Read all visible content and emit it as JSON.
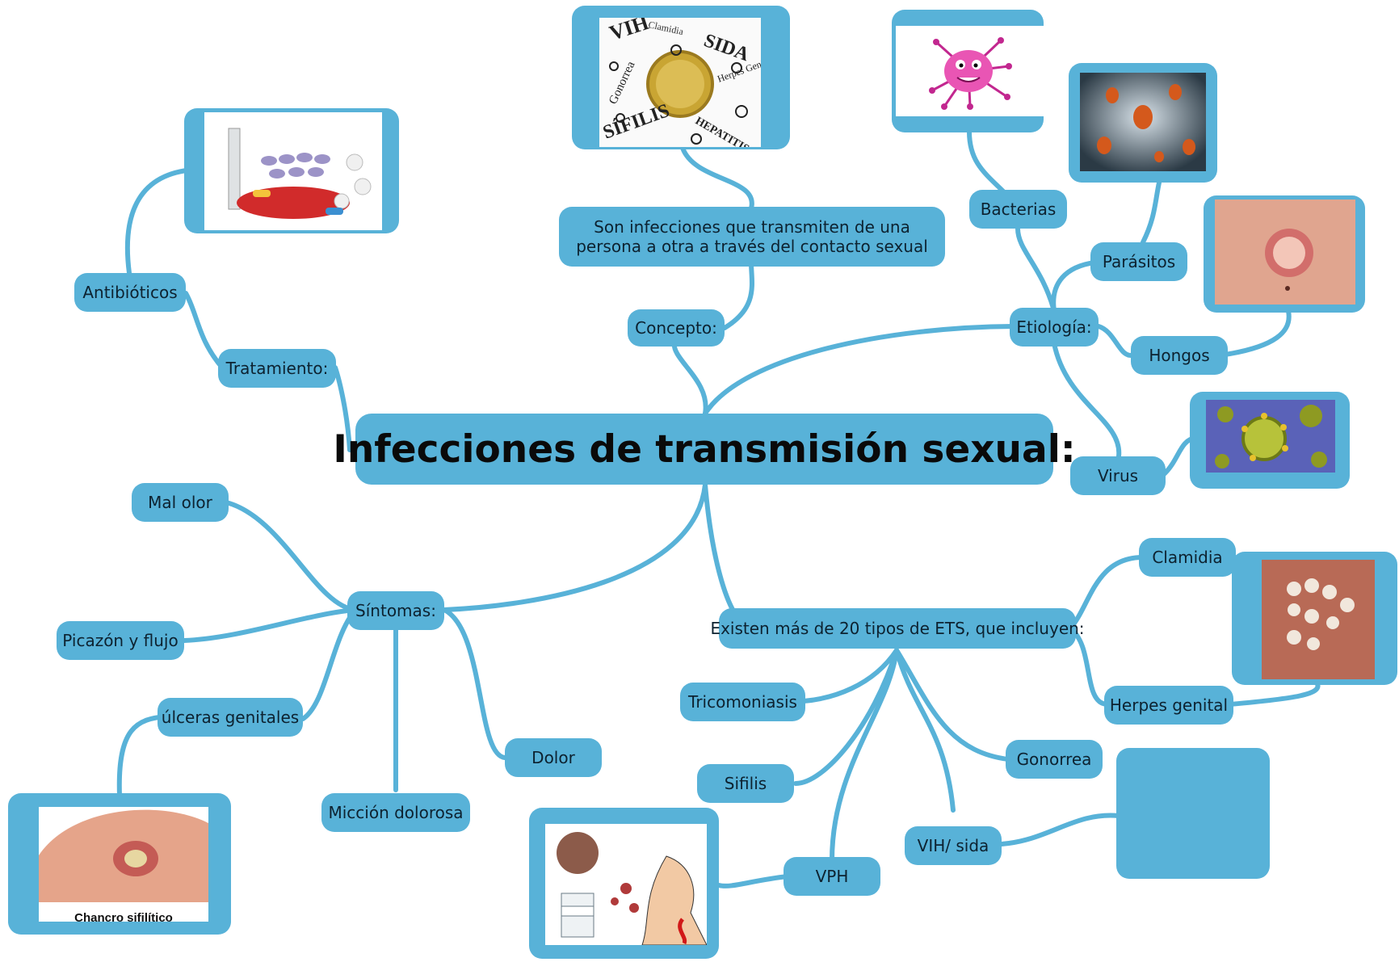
{
  "central": {
    "title": "Infecciones de transmisión sexual:"
  },
  "concepto": {
    "label": "Concepto:",
    "definition": "Son infecciones que transmiten de una persona a otra a través del contacto sexual"
  },
  "etiologia": {
    "label": "Etiología:",
    "items": [
      "Bacterias",
      "Parásitos",
      "Hongos",
      "Virus"
    ]
  },
  "tratamiento": {
    "label": "Tratamiento:",
    "items": [
      "Antibióticos"
    ]
  },
  "sintomas": {
    "label": "Síntomas:",
    "items": [
      "Mal olor",
      "Picazón y flujo",
      "úlceras genitales",
      "Micción dolorosa",
      "Dolor"
    ]
  },
  "tipos": {
    "label": "Existen más de 20 tipos de ETS, que incluyen:",
    "items": [
      "Clamidia",
      "Herpes genital",
      "Tricomoniasis",
      "Sifilis",
      "Gonorrea",
      "VPH",
      "VIH/ sida"
    ]
  },
  "images": {
    "poster_words": [
      "VIH",
      "SIDA",
      "Clamidia",
      "Gonorrea",
      "Herpes Genital",
      "SÍFILIS",
      "HEPATITIS"
    ],
    "ulcer_caption": "Chancro sifilítico"
  },
  "colors": {
    "node": "#58b2d8",
    "line": "#58b2d8",
    "text": "#0d2230"
  }
}
